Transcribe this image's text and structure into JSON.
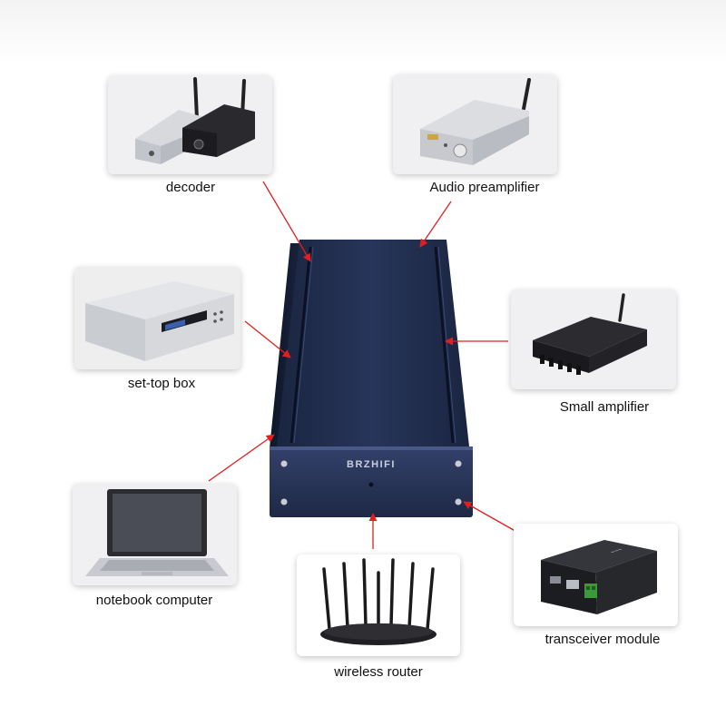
{
  "colors": {
    "arrow": "#e02020",
    "chassis": "#1d2a45",
    "chassis_dark": "#121a2e",
    "panel": "#2b3757",
    "label_text": "#111111"
  },
  "product": {
    "brand": "BRZHIFI"
  },
  "devices": {
    "decoder": {
      "label": "decoder",
      "icon": "decoder-icon"
    },
    "preamp": {
      "label": "Audio preamplifier",
      "icon": "preamplifier-icon"
    },
    "settop": {
      "label": "set-top box",
      "icon": "set-top-box-icon"
    },
    "amp": {
      "label": "Small amplifier",
      "icon": "amplifier-icon"
    },
    "notebook": {
      "label": "notebook computer",
      "icon": "laptop-icon"
    },
    "router": {
      "label": "wireless router",
      "icon": "router-icon"
    },
    "transceiver": {
      "label": "transceiver module",
      "icon": "transceiver-icon"
    }
  }
}
